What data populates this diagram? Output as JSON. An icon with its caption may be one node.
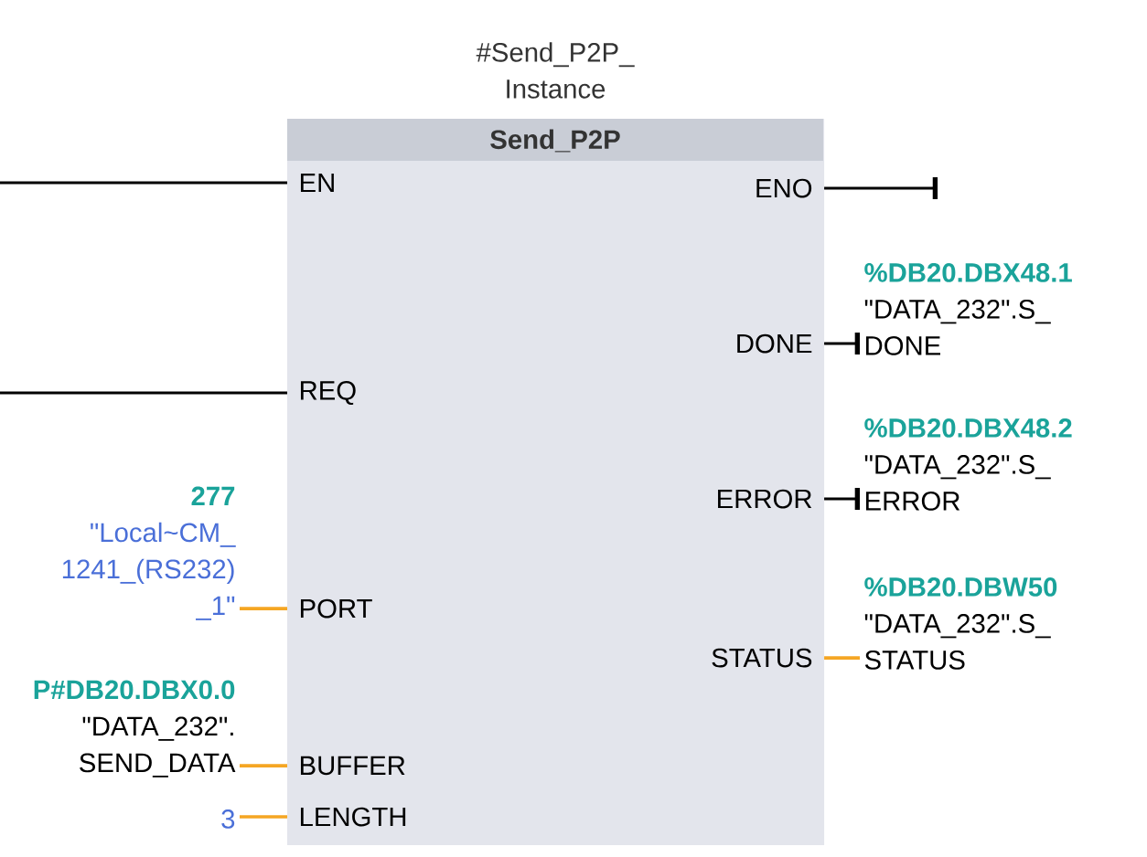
{
  "diagram": {
    "nodes": [
      {
        "text": [
          "#Send_P2P_ Instance",
          "Send_P2P"
        ]
      },
      {
        "text": [
          "EN"
        ],
        "in": 0
      },
      {
        "text": [
          "REQ"
        ],
        "in": 0
      },
      {
        "text": [
          "PORT"
        ],
        "in": 0
      },
      {
        "text": [
          "BUFFER"
        ],
        "in": 0
      },
      {
        "text": [
          "LENGTH"
        ],
        "in": 0
      },
      {
        "text": [
          "ENO"
        ],
        "in": 0
      },
      {
        "text": [
          "DONE"
        ],
        "in": 0
      },
      {
        "text": [
          "ERROR"
        ],
        "in": 0
      },
      {
        "text": [
          "STATUS"
        ],
        "in": 0
      },
      {
        "text": [
          "277",
          "\"Local~CM_ 1241_(RS232) _1\""
        ]
      },
      {
        "text": [
          "P#DB20.DBX0.0",
          "\"DATA_232\". SEND_DATA"
        ]
      },
      {
        "text": [
          "3"
        ]
      },
      {
        "text": [
          "%DB20.DBX48.1",
          "\"DATA_232\".S_ DONE"
        ]
      },
      {
        "text": [
          "%DB20.DBX48.2",
          "\"DATA_232\".S_ ERROR"
        ]
      },
      {
        "text": [
          "%DB20.DBW50",
          "\"DATA_232\".S_ STATUS"
        ]
      }
    ],
    "edges": [
      {
        "from": null,
        "to": 1,
        "arrow": "none"
      },
      {
        "from": null,
        "to": 2,
        "arrow": "none"
      },
      {
        "from": 10,
        "to": 3,
        "arrow": "none",
        "color": "#f5a623"
      },
      {
        "from": 11,
        "to": 4,
        "arrow": "none",
        "color": "#f5a623"
      },
      {
        "from": 12,
        "to": 5,
        "arrow": "none",
        "color": "#f5a623"
      },
      {
        "from": 6,
        "to": null,
        "arrow": "other"
      },
      {
        "from": 7,
        "to": 13,
        "arrow": "other"
      },
      {
        "from": 8,
        "to": 14,
        "arrow": "other"
      },
      {
        "from": 9,
        "to": 15,
        "arrow": "none",
        "color": "#f5a623"
      }
    ]
  }
}
